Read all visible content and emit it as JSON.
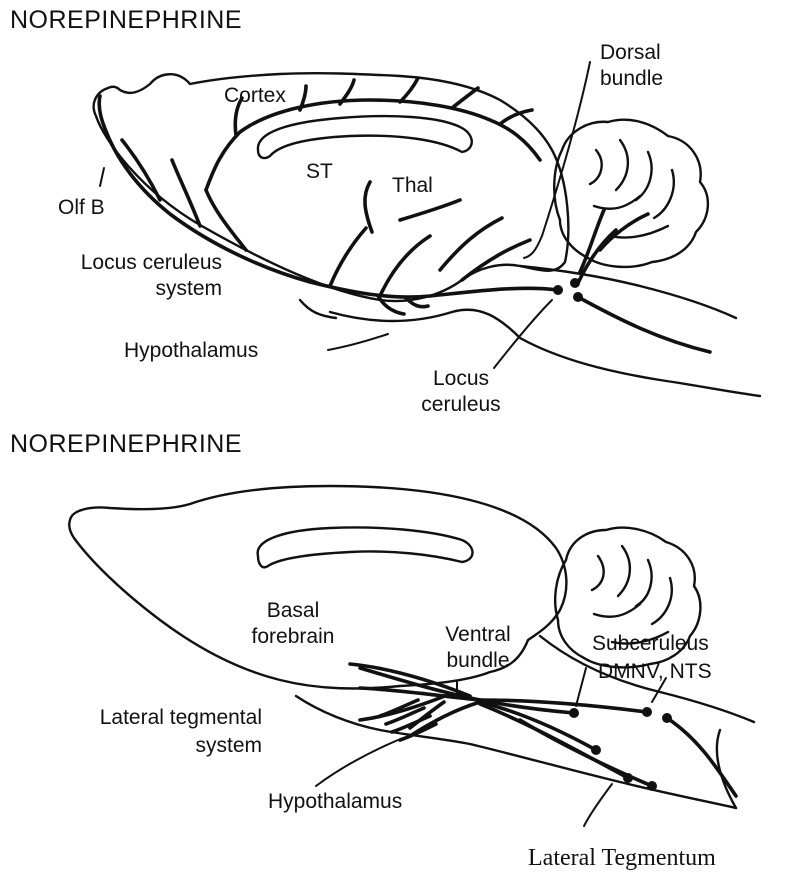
{
  "top_panel": {
    "title": "NOREPINEPHRINE",
    "labels": {
      "cortex": "Cortex",
      "dorsal_bundle": "Dorsal\nbundle",
      "st": "ST",
      "thal": "Thal",
      "olf_b": "Olf B",
      "locus_ceruleus_system": "Locus ceruleus\nsystem",
      "hypothalamus": "Hypothalamus",
      "locus_ceruleus": "Locus\nceruleus"
    }
  },
  "bottom_panel": {
    "title": "NOREPINEPHRINE",
    "labels": {
      "basal_forebrain": "Basal\nforebrain",
      "ventral_bundle": "Ventral\nbundle",
      "subceruleus": "Subceruleus",
      "dmnv_nts": "DMNV, NTS",
      "lateral_tegmental_system": "Lateral tegmental\nsystem",
      "hypothalamus": "Hypothalamus",
      "lateral_tegmentum": "Lateral Tegmentum"
    }
  }
}
